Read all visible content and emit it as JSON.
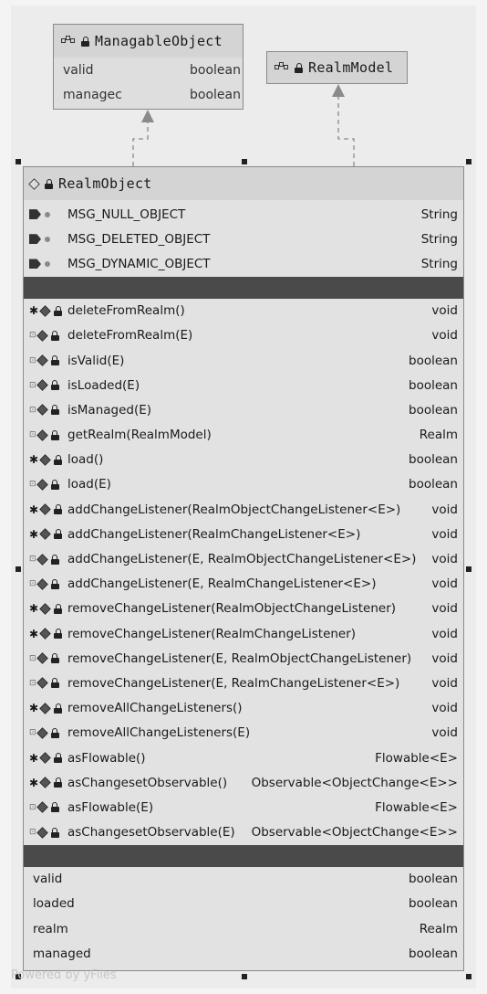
{
  "managable_object": {
    "name": "ManagableObject",
    "fields": [
      {
        "name": "valid",
        "type": "boolean"
      },
      {
        "name": "managec",
        "type": "boolean"
      }
    ]
  },
  "realm_model": {
    "name": "RealmModel"
  },
  "realm_object": {
    "name": "RealmObject",
    "constants": [
      {
        "name": "MSG_NULL_OBJECT",
        "type": "String"
      },
      {
        "name": "MSG_DELETED_OBJECT",
        "type": "String"
      },
      {
        "name": "MSG_DYNAMIC_OBJECT",
        "type": "String"
      }
    ],
    "methods": [
      {
        "name": "deleteFromRealm()",
        "type": "void",
        "kind": "instance"
      },
      {
        "name": "deleteFromRealm(E)",
        "type": "void",
        "kind": "static"
      },
      {
        "name": "isValid(E)",
        "type": "boolean",
        "kind": "static"
      },
      {
        "name": "isLoaded(E)",
        "type": "boolean",
        "kind": "static"
      },
      {
        "name": "isManaged(E)",
        "type": "boolean",
        "kind": "static"
      },
      {
        "name": "getRealm(RealmModel)",
        "type": "Realm",
        "kind": "static"
      },
      {
        "name": "load()",
        "type": "boolean",
        "kind": "instance"
      },
      {
        "name": "load(E)",
        "type": "boolean",
        "kind": "static"
      },
      {
        "name": "addChangeListener(RealmObjectChangeListener<E>)",
        "type": "void",
        "kind": "instance"
      },
      {
        "name": "addChangeListener(RealmChangeListener<E>)",
        "type": "void",
        "kind": "instance"
      },
      {
        "name": "addChangeListener(E, RealmObjectChangeListener<E>)",
        "type": "void",
        "kind": "static"
      },
      {
        "name": "addChangeListener(E, RealmChangeListener<E>)",
        "type": "void",
        "kind": "static"
      },
      {
        "name": "removeChangeListener(RealmObjectChangeListener)",
        "type": "void",
        "kind": "instance"
      },
      {
        "name": "removeChangeListener(RealmChangeListener)",
        "type": "void",
        "kind": "instance"
      },
      {
        "name": "removeChangeListener(E, RealmObjectChangeListener)",
        "type": "void",
        "kind": "static"
      },
      {
        "name": "removeChangeListener(E, RealmChangeListener<E>)",
        "type": "void",
        "kind": "static"
      },
      {
        "name": "removeAllChangeListeners()",
        "type": "void",
        "kind": "instance"
      },
      {
        "name": "removeAllChangeListeners(E)",
        "type": "void",
        "kind": "static"
      },
      {
        "name": "asFlowable()",
        "type": "Flowable<E>",
        "kind": "instance"
      },
      {
        "name": "asChangesetObservable()",
        "type": "Observable<ObjectChange<E>>",
        "kind": "instance"
      },
      {
        "name": "asFlowable(E)",
        "type": "Flowable<E>",
        "kind": "static"
      },
      {
        "name": "asChangesetObservable(E)",
        "type": "Observable<ObjectChange<E>>",
        "kind": "static"
      }
    ],
    "properties": [
      {
        "name": "valid",
        "type": "boolean"
      },
      {
        "name": "loaded",
        "type": "boolean"
      },
      {
        "name": "realm",
        "type": "Realm"
      },
      {
        "name": "managed",
        "type": "boolean"
      }
    ]
  },
  "watermark": "Powered by yFiles"
}
